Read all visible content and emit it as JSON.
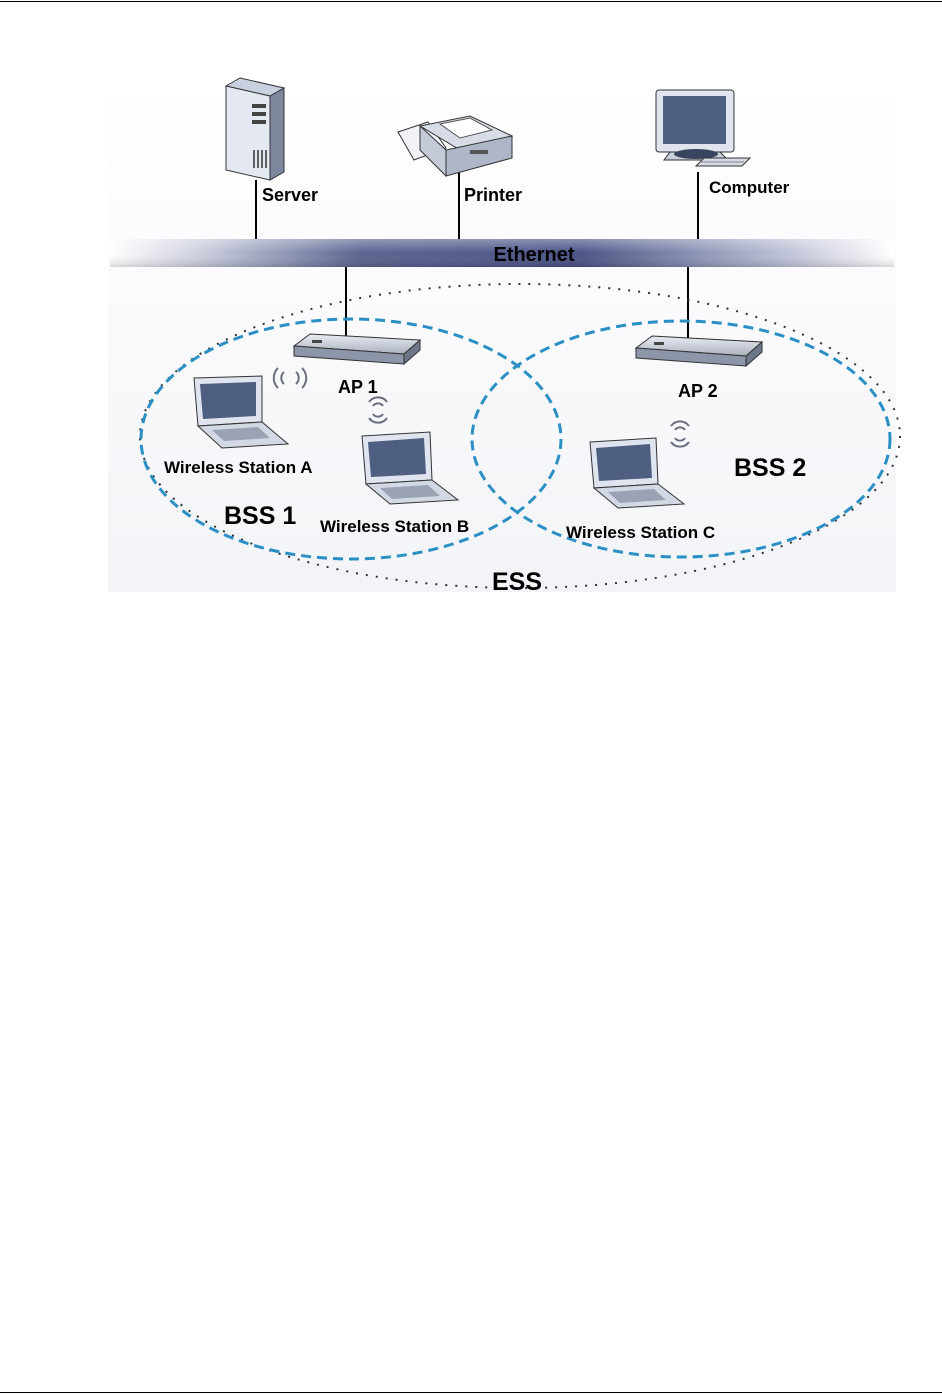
{
  "diagram": {
    "labels": {
      "server": "Server",
      "printer": "Printer",
      "computer": "Computer",
      "ethernet": "Ethernet",
      "ap1": "AP 1",
      "ap2": "AP 2",
      "station_a": "Wireless Station A",
      "station_b": "Wireless Station B",
      "station_c": "Wireless Station C",
      "bss1": "BSS 1",
      "bss2": "BSS 2",
      "ess": "ESS"
    },
    "colors": {
      "ethernet_bar": "#5a6491",
      "bss_ellipse": "#2a8fc4",
      "ess_ellipse": "#333333",
      "device_body": "#e4e8f0",
      "screen": "#4e5f82",
      "wifi_wave": "#6a6f80"
    }
  }
}
